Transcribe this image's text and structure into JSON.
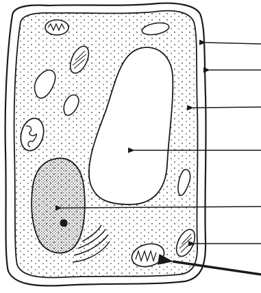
{
  "diagram": {
    "type": "plant-cell-line-drawing",
    "labels": [],
    "structures": [
      {
        "name": "cell-wall",
        "label_arrow": true
      },
      {
        "name": "cell-membrane",
        "label_arrow": true
      },
      {
        "name": "cytoplasm",
        "label_arrow": true
      },
      {
        "name": "central-vacuole",
        "label_arrow": true
      },
      {
        "name": "nucleus",
        "label_arrow": true
      },
      {
        "name": "chloroplast",
        "label_arrow": true
      },
      {
        "name": "mitochondrion",
        "label_arrow": true
      },
      {
        "name": "endoplasmic-reticulum",
        "label_arrow": false
      }
    ],
    "label_arrow_count": 7,
    "colors": {
      "ink": "#1a1a1a",
      "background": "#ffffff"
    }
  }
}
